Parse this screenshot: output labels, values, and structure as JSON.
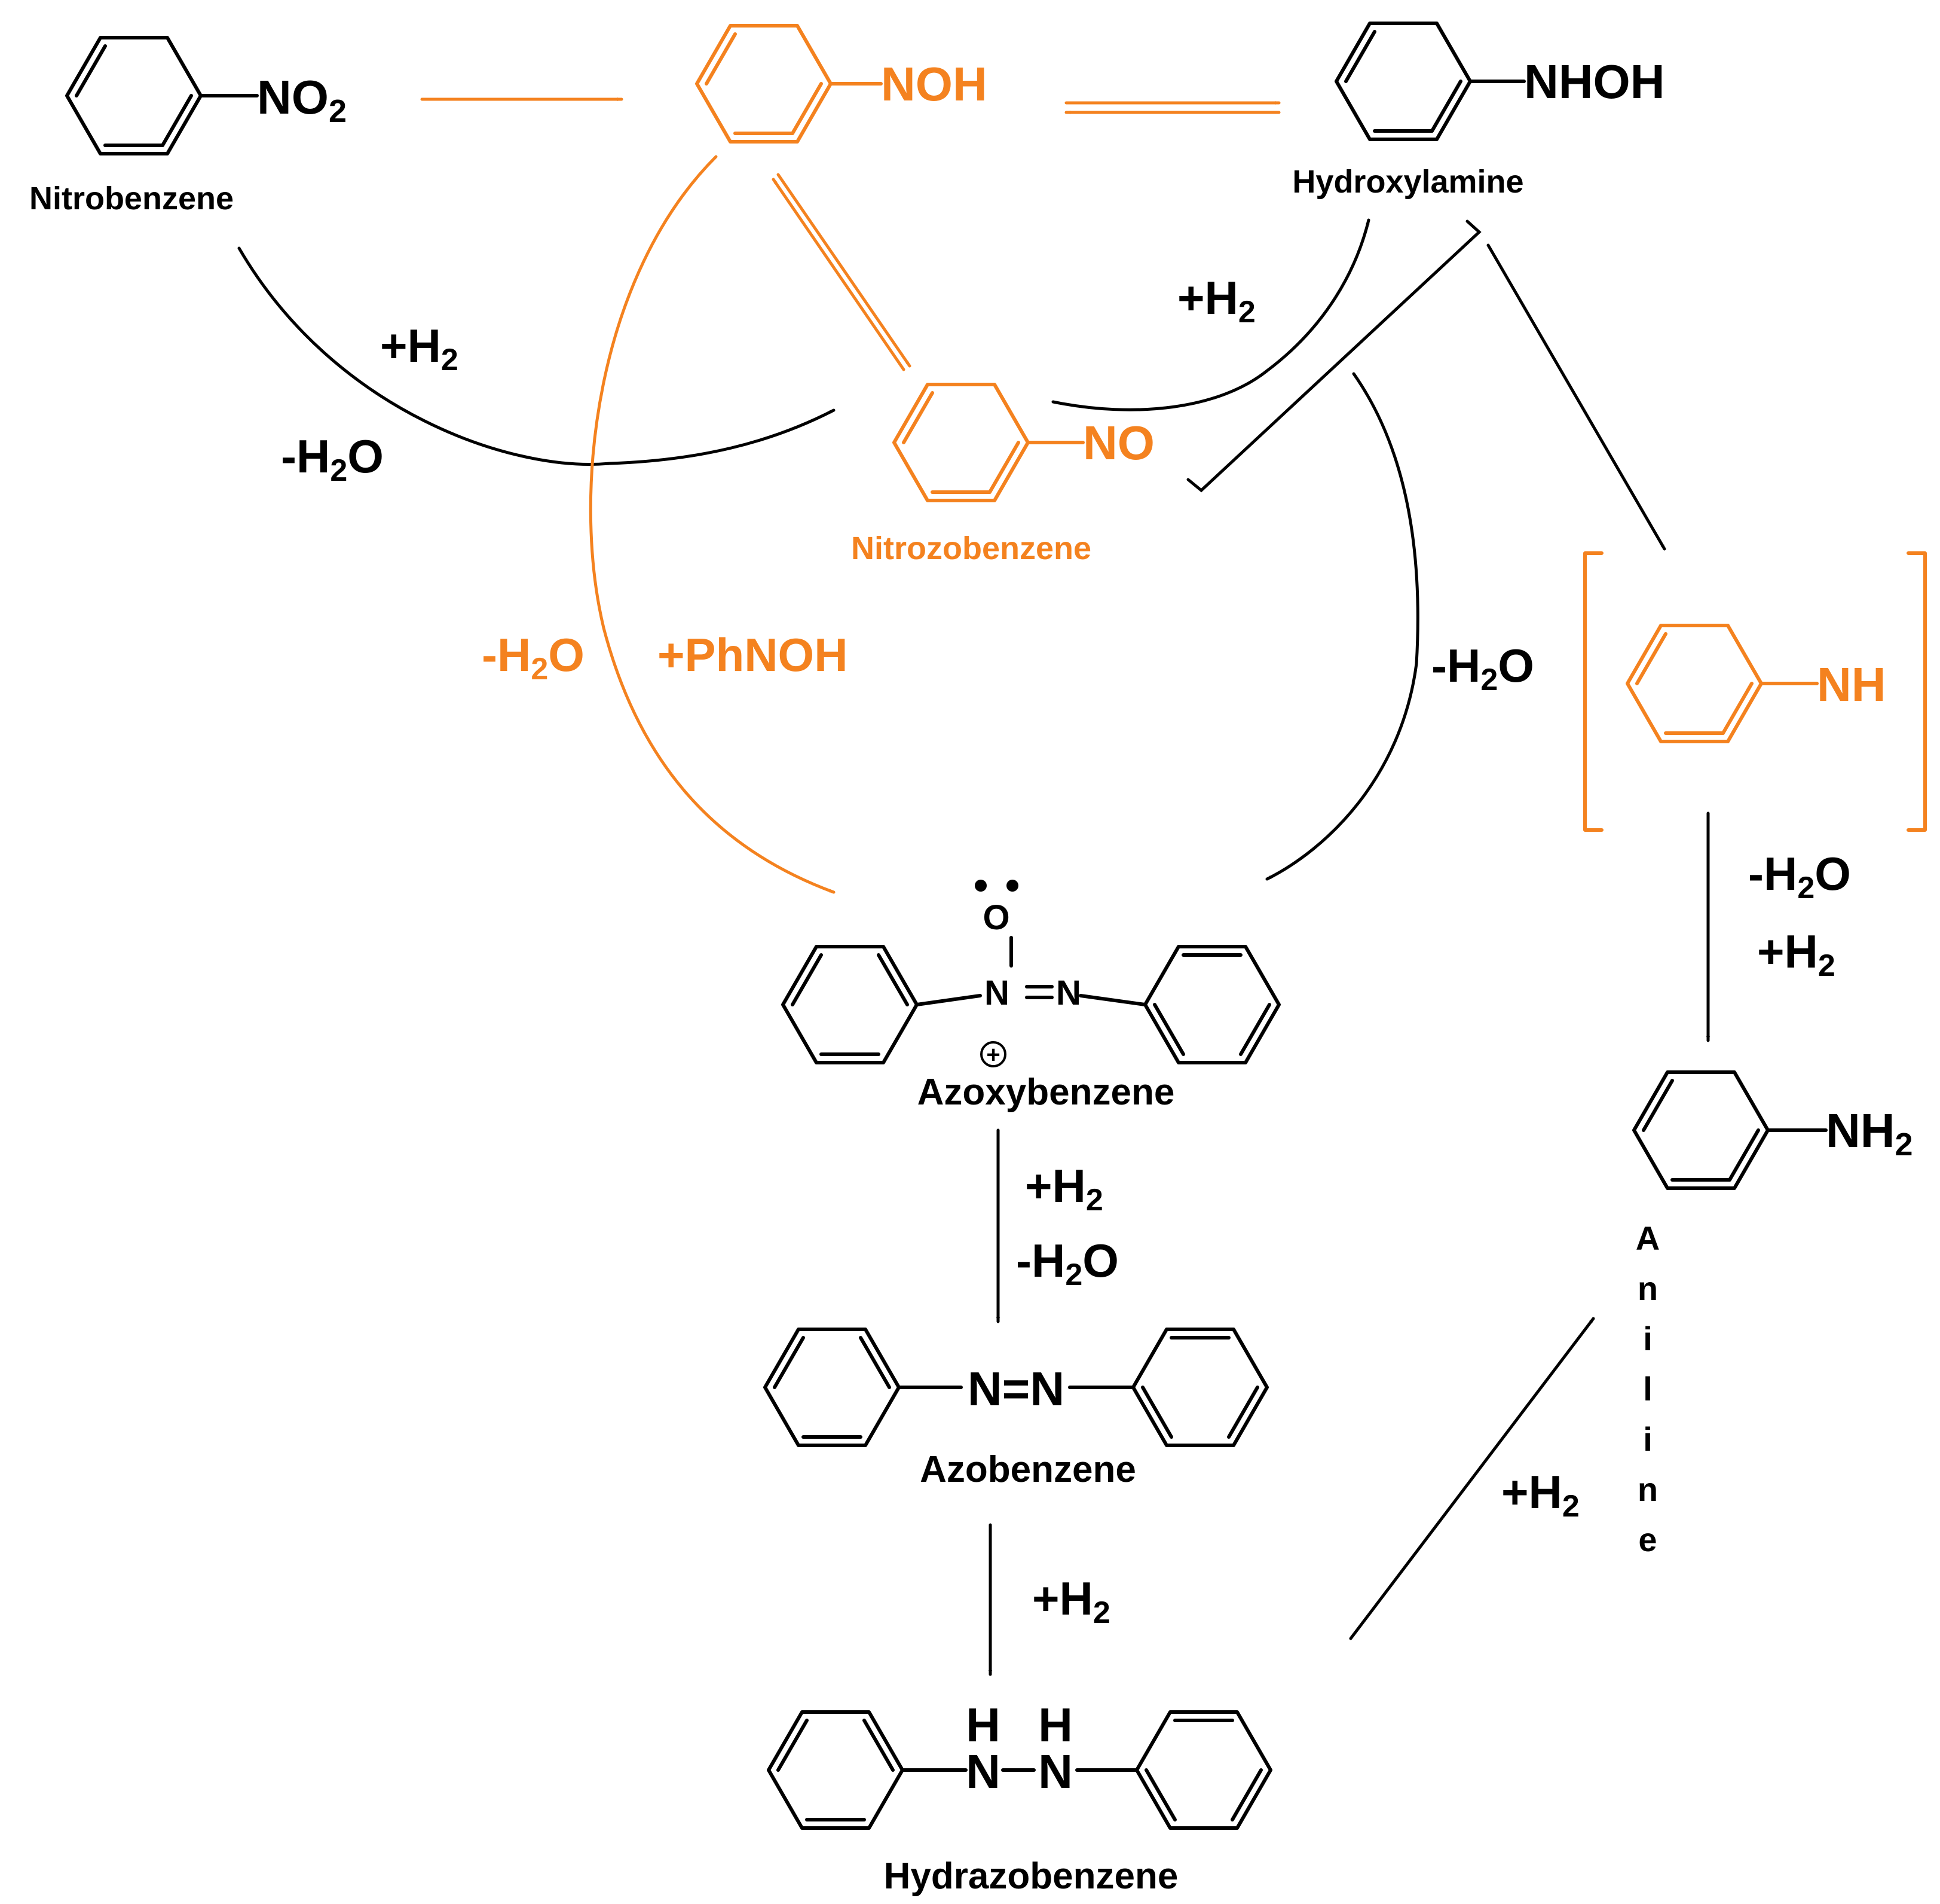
{
  "colors": {
    "main": "#000000",
    "highlight": "#f4821f"
  },
  "compounds": {
    "nitrobenzene": {
      "group": "NO",
      "group_sub": "2",
      "label": "Nitrobenzene"
    },
    "phnoh": {
      "group": "NOH"
    },
    "hydroxylamine": {
      "group": "NHOH",
      "label": "Hydroxylamine"
    },
    "nitrozobenzene": {
      "group": "NO",
      "label": "Nitrozobenzene"
    },
    "phnh": {
      "group": "NH"
    },
    "azoxybenzene": {
      "o_atom": "O",
      "n1_atom": "N",
      "n2_atom": "N",
      "charge": "+",
      "label": "Azoxybenzene"
    },
    "aniline": {
      "group": "NH",
      "group_sub": "2",
      "vertical_label": [
        "A",
        "n",
        "i",
        "l",
        "i",
        "n",
        "e"
      ]
    },
    "azobenzene": {
      "link": "N=N",
      "label": "Azobenzene"
    },
    "hydrazobenzene": {
      "h1": "H",
      "h2": "H",
      "n1": "N",
      "n2": "N",
      "label": "Hydrazobenzene"
    }
  },
  "conditions": {
    "nitro_to_nitroso_h2": {
      "pre": "+H",
      "sub": "2",
      "post": ""
    },
    "nitro_to_nitroso_h2o": {
      "pre": "-H",
      "sub": "2",
      "post": "O"
    },
    "nitroso_to_hydroxylamine_h2": {
      "pre": "+H",
      "sub": "2",
      "post": ""
    },
    "orange_h2o": {
      "pre": "-H",
      "sub": "2",
      "post": "O"
    },
    "orange_phnoh": {
      "text": "+PhNOH"
    },
    "right_loop_h2o": {
      "pre": "-H",
      "sub": "2",
      "post": "O"
    },
    "nh_to_aniline_h2o": {
      "pre": "-H",
      "sub": "2",
      "post": "O"
    },
    "nh_to_aniline_h2": {
      "pre": "+H",
      "sub": "2",
      "post": ""
    },
    "azoxy_to_azo_h2": {
      "pre": "+H",
      "sub": "2",
      "post": ""
    },
    "azoxy_to_azo_h2o": {
      "pre": "-H",
      "sub": "2",
      "post": "O"
    },
    "azo_to_hydrazo_h2": {
      "pre": "+H",
      "sub": "2",
      "post": ""
    },
    "hydrazo_to_aniline_h2": {
      "pre": "+H",
      "sub": "2",
      "post": ""
    }
  }
}
